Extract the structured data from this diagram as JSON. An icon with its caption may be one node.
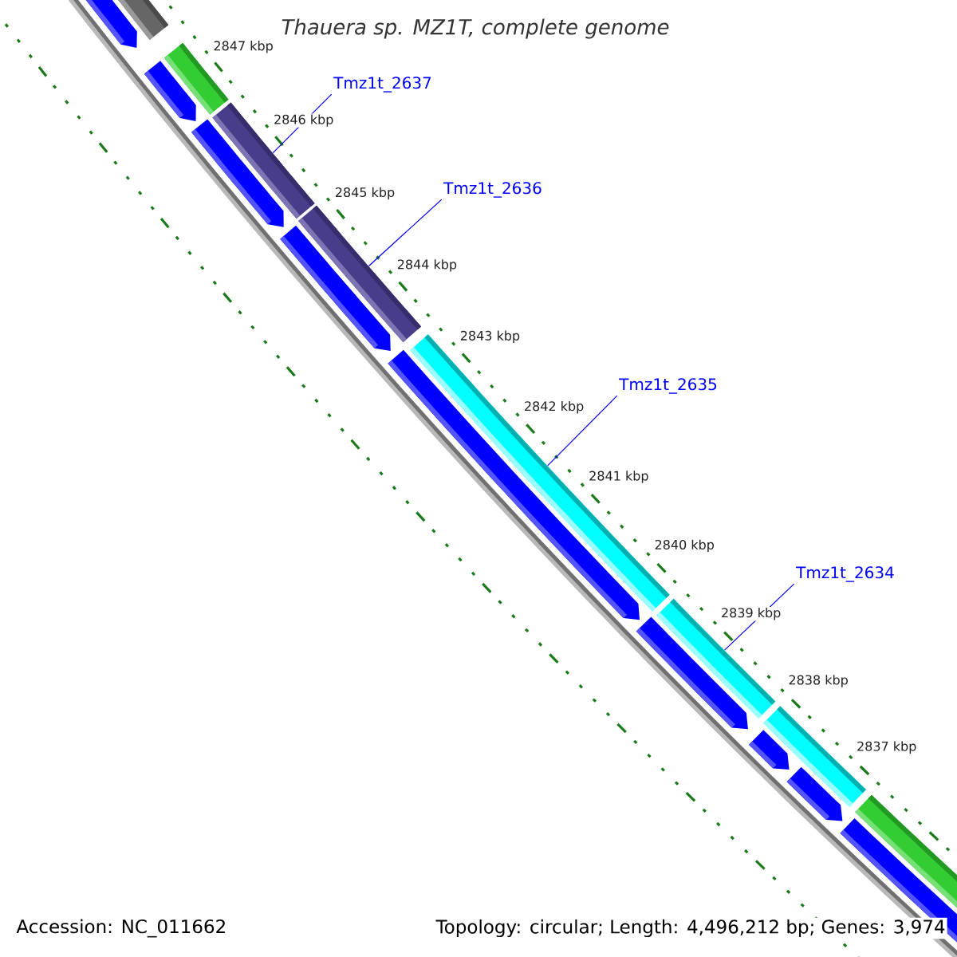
{
  "diagram": {
    "title": "Thauera sp. MZ1T, complete genome",
    "nodes": [
      {
        "text": [
          "Tmz1t_2637"
        ]
      },
      {
        "text": [
          "Tmz1t_2636"
        ]
      },
      {
        "text": [
          "Tmz1t_2635"
        ]
      },
      {
        "text": [
          "Tmz1t_2634"
        ]
      },
      {
        "text": [],
        "shape": "bar"
      },
      {
        "text": [],
        "shape": "bar"
      },
      {
        "text": [],
        "shape": "bar"
      },
      {
        "text": [],
        "shape": "bar"
      }
    ],
    "edges": [
      {
        "from": 0,
        "to": 4,
        "arrow": "none"
      },
      {
        "from": 1,
        "to": 5,
        "arrow": "none"
      },
      {
        "from": 2,
        "to": 6,
        "arrow": "none"
      },
      {
        "from": 3,
        "to": 7,
        "arrow": "none"
      }
    ],
    "labels": [
      "2847 kbp",
      "2846 kbp",
      "2845 kbp",
      "2844 kbp",
      "2843 kbp",
      "2842 kbp",
      "2841 kbp",
      "2840 kbp",
      "2839 kbp",
      "2838 kbp",
      "2837 kbp",
      "Accession: NC_011662",
      "Topology: circular; Length: 4,496,212 bp; Genes: 3,974"
    ]
  }
}
